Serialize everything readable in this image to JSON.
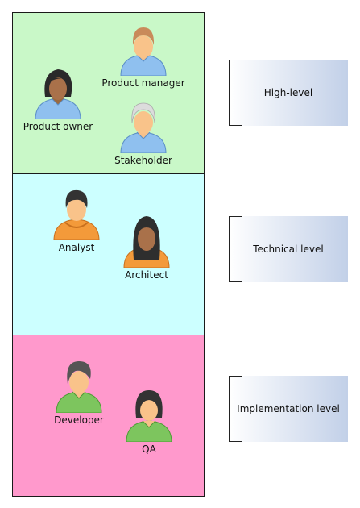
{
  "colors": {
    "band_high": "#c9f8c8",
    "band_technical": "#ccffff",
    "band_implementation": "#ff99cc",
    "shirt_blue": "#8fc0ef",
    "shirt_orange": "#f39a3a",
    "shirt_green": "#7dc55e",
    "level_gradient_start": "#ffffff",
    "level_gradient_end": "#c7d4ea"
  },
  "levels": [
    {
      "label": "High-level"
    },
    {
      "label": "Technical level"
    },
    {
      "label": "Implementation level"
    }
  ],
  "people": {
    "product_owner": {
      "name": "Product owner"
    },
    "product_manager": {
      "name": "Product manager"
    },
    "stakeholder": {
      "name": "Stakeholder"
    },
    "analyst": {
      "name": "Analyst"
    },
    "architect": {
      "name": "Architect"
    },
    "developer": {
      "name": "Developer"
    },
    "qa": {
      "name": "QA"
    }
  }
}
